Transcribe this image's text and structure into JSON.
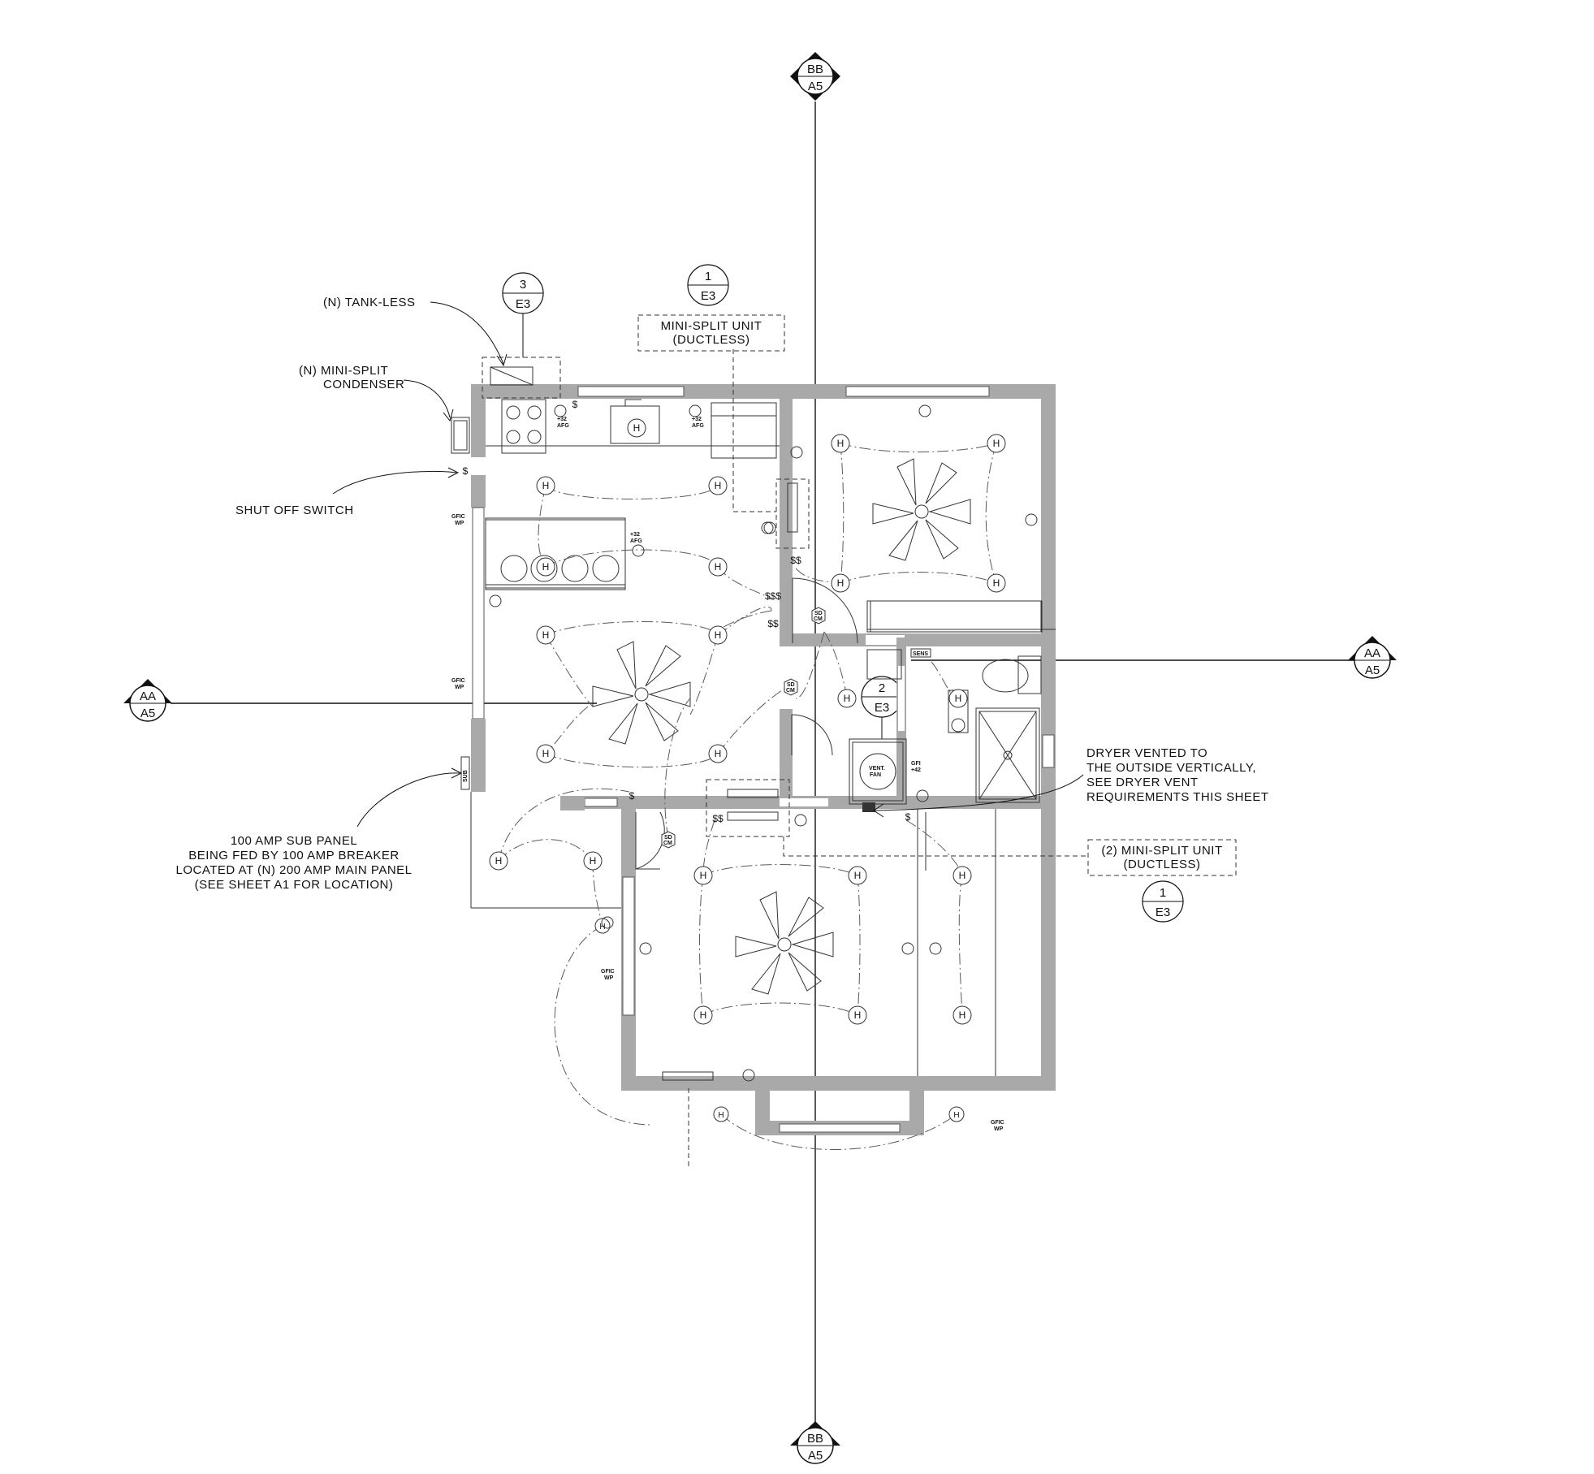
{
  "section_markers": {
    "aa": {
      "top": "AA",
      "bottom": "A5"
    },
    "bb": {
      "top": "BB",
      "bottom": "A5"
    }
  },
  "detail_tags": [
    {
      "num": "3",
      "sheet": "E3"
    },
    {
      "num": "1",
      "sheet": "E3"
    },
    {
      "num": "2",
      "sheet": "E3"
    },
    {
      "num": "1",
      "sheet": "E3"
    }
  ],
  "notes": {
    "tankless": "(N) TANK-LESS",
    "minisplit_condenser": [
      "(N) MINI-SPLIT",
      "CONDENSER"
    ],
    "shutoff": "SHUT OFF SWITCH",
    "subpanel": [
      "100 AMP SUB PANEL",
      "BEING FED BY 100 AMP BREAKER",
      "LOCATED AT (N) 200 AMP MAIN PANEL",
      "(SEE SHEET A1 FOR LOCATION)"
    ],
    "minisplit_top": [
      "MINI-SPLIT UNIT",
      "(DUCTLESS)"
    ],
    "minisplit_right": [
      "(2) MINI-SPLIT UNIT",
      "(DUCTLESS)"
    ],
    "dryer": [
      "DRYER VENTED TO",
      "THE OUTSIDE VERTICALLY,",
      "SEE DRYER VENT",
      "REQUIREMENTS THIS SHEET"
    ]
  },
  "symbols": {
    "light": "H",
    "switch": "$",
    "double_switch": "$$",
    "triple_switch": "$$$",
    "gfic": [
      "GFIC",
      "WP"
    ],
    "afg": [
      "+32",
      "AFG"
    ],
    "smoke": [
      "SD",
      "CM"
    ],
    "vent": [
      "VENT.",
      "FAN"
    ],
    "sens": "SENS",
    "gfi": [
      "GFI",
      "+42"
    ],
    "sub": "SUB"
  },
  "colors": {
    "wall": "#a9a9a9",
    "ink": "#111111",
    "circuit": "#5a5a5a"
  }
}
